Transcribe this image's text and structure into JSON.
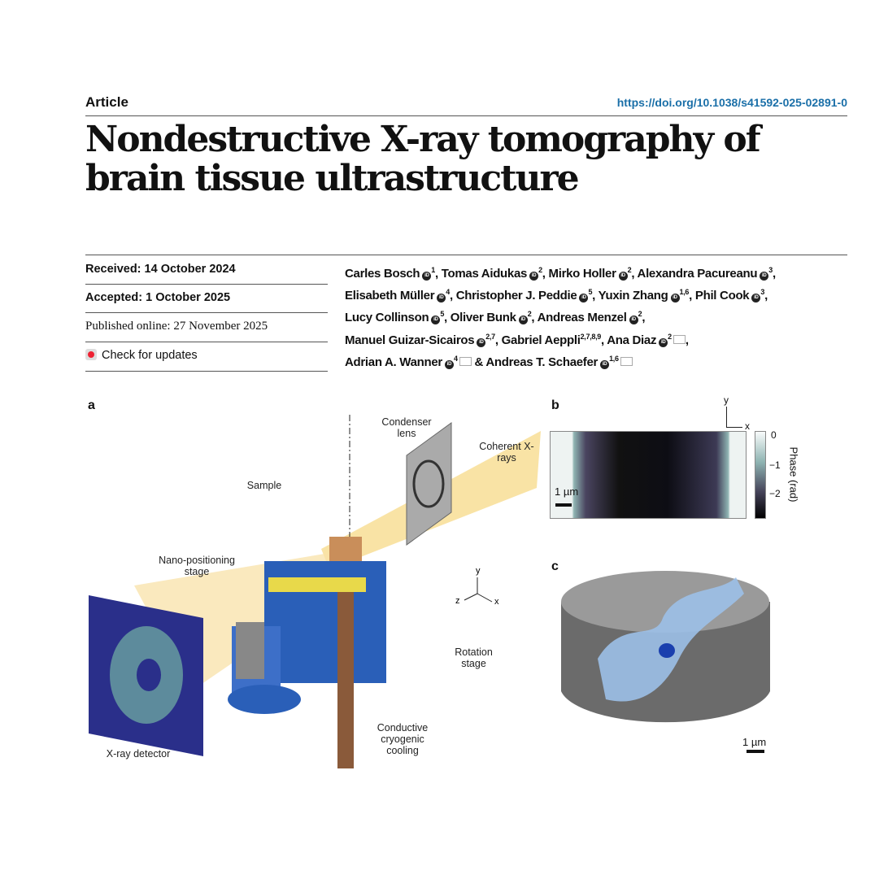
{
  "header": {
    "type": "Article",
    "doi": "https://doi.org/10.1038/s41592-025-02891-0"
  },
  "title": "Nondestructive X-ray tomography of brain tissue ultrastructure",
  "dates": {
    "received": "Received: 14 October 2024",
    "accepted": "Accepted: 1 October 2025",
    "published": "Published online: 27 November 2025",
    "check_updates": "Check for updates"
  },
  "authors": [
    {
      "name": "Carles Bosch",
      "aff": "1",
      "orcid": true
    },
    {
      "name": "Tomas Aidukas",
      "aff": "2",
      "orcid": true
    },
    {
      "name": "Mirko Holler",
      "aff": "2",
      "orcid": true
    },
    {
      "name": "Alexandra Pacureanu",
      "aff": "3",
      "orcid": true
    },
    {
      "name": "Elisabeth Müller",
      "aff": "4",
      "orcid": true
    },
    {
      "name": "Christopher J. Peddie",
      "aff": "5",
      "orcid": true
    },
    {
      "name": "Yuxin Zhang",
      "aff": "1,6",
      "orcid": true
    },
    {
      "name": "Phil Cook",
      "aff": "3",
      "orcid": true
    },
    {
      "name": "Lucy Collinson",
      "aff": "5",
      "orcid": true
    },
    {
      "name": "Oliver Bunk",
      "aff": "2",
      "orcid": true
    },
    {
      "name": "Andreas Menzel",
      "aff": "2",
      "orcid": true
    },
    {
      "name": "Manuel Guizar-Sicairos",
      "aff": "2,7",
      "orcid": true
    },
    {
      "name": "Gabriel Aeppli",
      "aff": "2,7,8,9",
      "orcid": false
    },
    {
      "name": "Ana Diaz",
      "aff": "2",
      "orcid": true,
      "mail": true
    },
    {
      "name": "Adrian A. Wanner",
      "aff": "4",
      "orcid": true,
      "mail": true
    },
    {
      "name": "Andreas T. Schaefer",
      "aff": "1,6",
      "orcid": true,
      "mail": true
    }
  ],
  "figure": {
    "panel_a": {
      "label": "a",
      "condenser": "Condenser lens",
      "coherent": "Coherent X-rays",
      "sample": "Sample",
      "nano": "Nano-positioning stage",
      "rotation": "Rotation stage",
      "cooling": "Conductive cryogenic cooling",
      "detector": "X-ray detector",
      "axes": {
        "x": "x",
        "y": "y",
        "z": "z"
      }
    },
    "panel_b": {
      "label": "b",
      "scale": "1 µm",
      "colorbar_label": "Phase (rad)",
      "ticks": [
        "0",
        "−1",
        "−2"
      ],
      "axes": {
        "x": "x",
        "y": "y"
      }
    },
    "panel_c": {
      "label": "c",
      "scale": "1 µm"
    }
  }
}
